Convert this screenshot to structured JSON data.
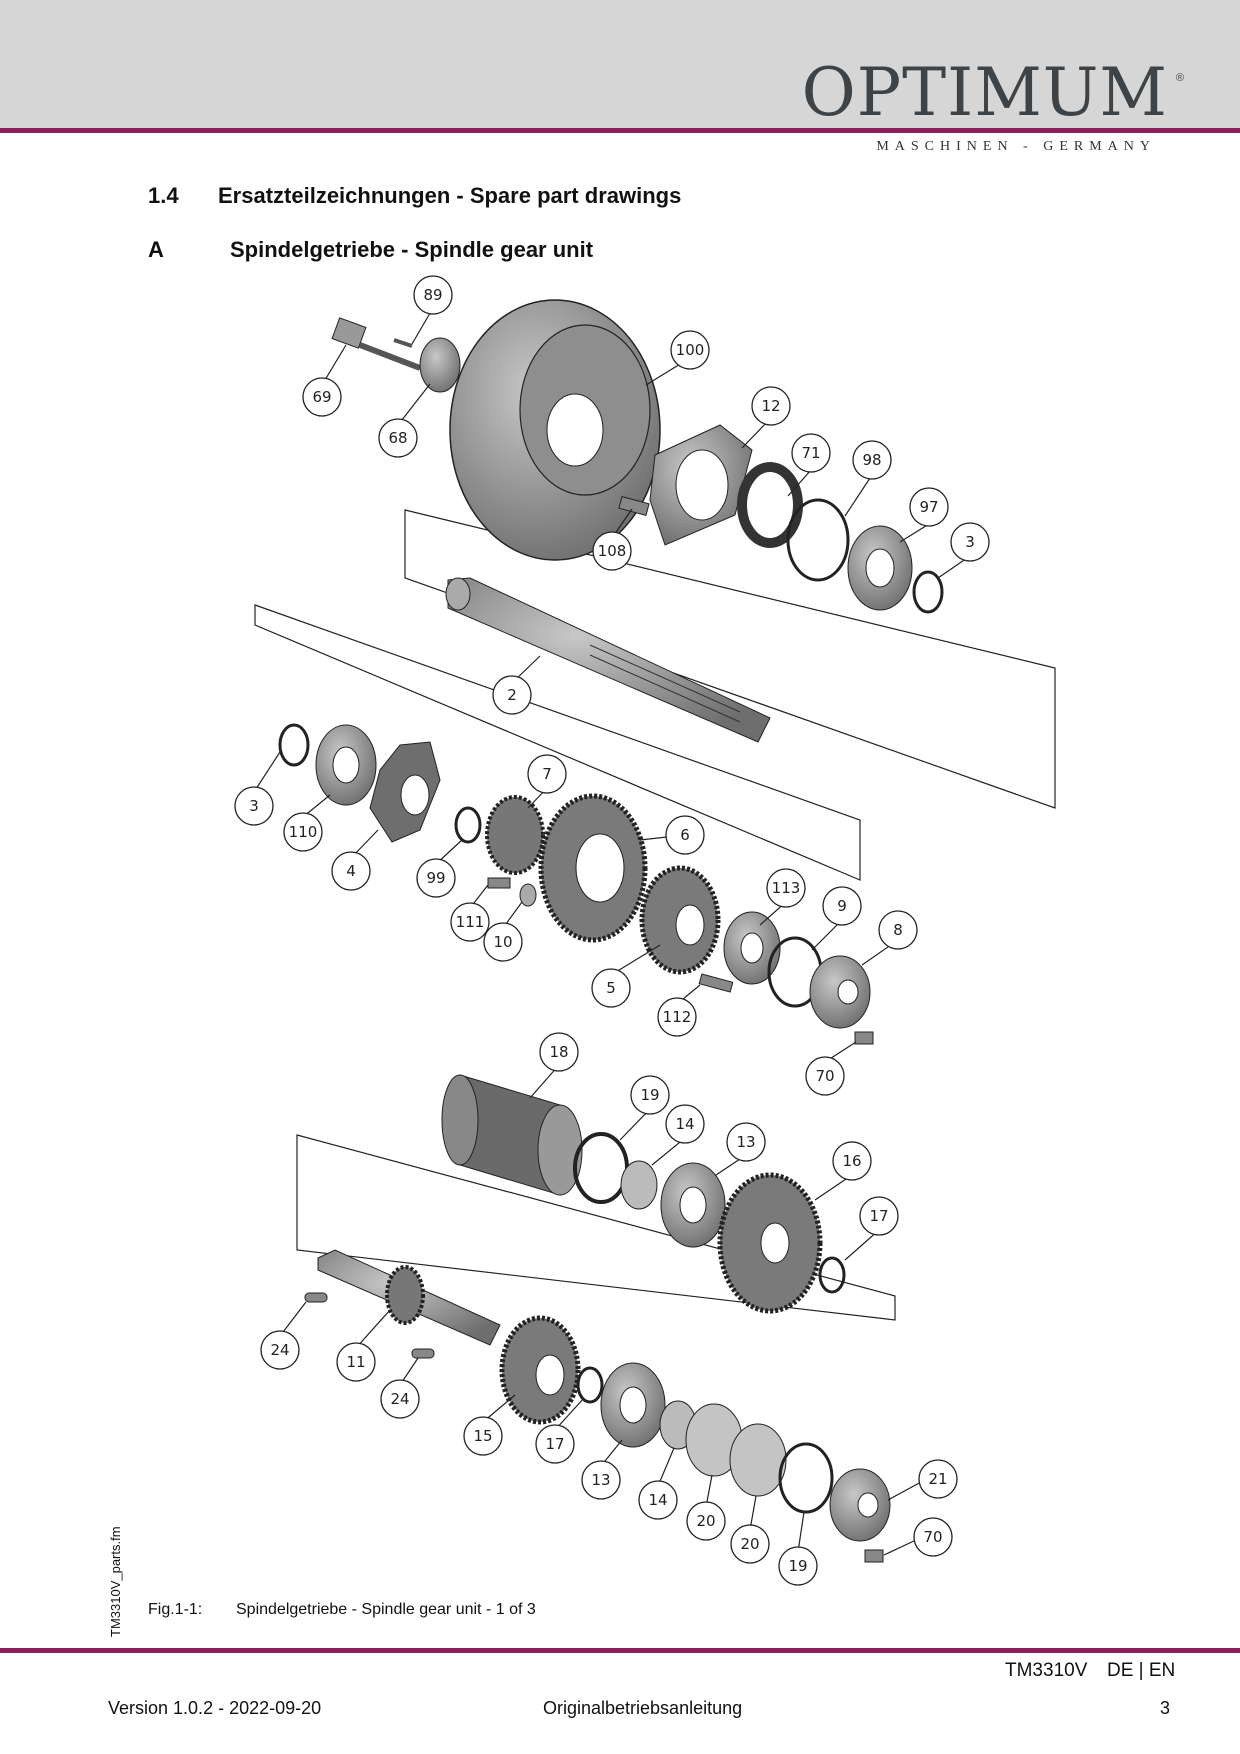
{
  "header": {
    "brand": "OPTIMUM",
    "registered_mark": "®",
    "tagline": "MASCHINEN - GERMANY"
  },
  "section": {
    "number": "1.4",
    "title": "Ersatzteilzeichnungen - Spare part drawings"
  },
  "subsection": {
    "letter": "A",
    "title": "Spindelgetriebe - Spindle gear unit"
  },
  "part_callouts": [
    "89",
    "100",
    "69",
    "68",
    "12",
    "71",
    "98",
    "97",
    "3",
    "108",
    "2",
    "3",
    "110",
    "7",
    "6",
    "4",
    "99",
    "111",
    "10",
    "113",
    "9",
    "8",
    "5",
    "112",
    "70",
    "18",
    "19",
    "14",
    "13",
    "16",
    "17",
    "24",
    "11",
    "24",
    "15",
    "17",
    "13",
    "14",
    "20",
    "20",
    "19",
    "21",
    "70"
  ],
  "figure": {
    "number": "Fig.1-1:",
    "caption": "Spindelgetriebe - Spindle gear unit - 1 of 3"
  },
  "side_label": "TM3310V_parts.fm",
  "footer": {
    "model": "TM3310V",
    "languages": "DE | EN",
    "version": "Version 1.0.2 - 2022-09-20",
    "doc_type": "Originalbetriebsanleitung",
    "page": "3"
  },
  "colors": {
    "header_band": "#d6d6d6",
    "accent_rule": "#8a1f5c",
    "logo": "#3e4347",
    "part_fill": "#8e8e8e"
  }
}
